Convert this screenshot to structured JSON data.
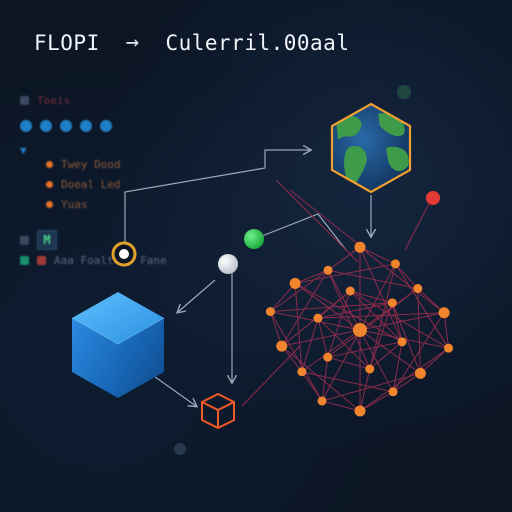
{
  "header": {
    "left_label": "FLOPI",
    "arrow": "→",
    "right_label": "Culerril.00aal"
  },
  "side_panel": {
    "top_label": "Toeis",
    "list": [
      {
        "text": "Twey Dood",
        "color": "#e8702a"
      },
      {
        "text": "Doeal Led",
        "color": "#e8702a"
      },
      {
        "text": "Yuas",
        "color": "#e8702a"
      }
    ],
    "badge_letter": "M",
    "footer_text": "Aaa Foaltonf Fane"
  },
  "colors": {
    "background": "#0b1524",
    "blue_node": "#1e88e5",
    "orange_node": "#f0852d",
    "network_edge": "#8a2b4a",
    "connector": "#9aa8bb",
    "green_node": "#23c24a",
    "red_node": "#e53935"
  },
  "icons": {
    "globe": "globe-hexagon-icon",
    "cube": "cube-icon",
    "small_cube": "small-cube-icon"
  }
}
